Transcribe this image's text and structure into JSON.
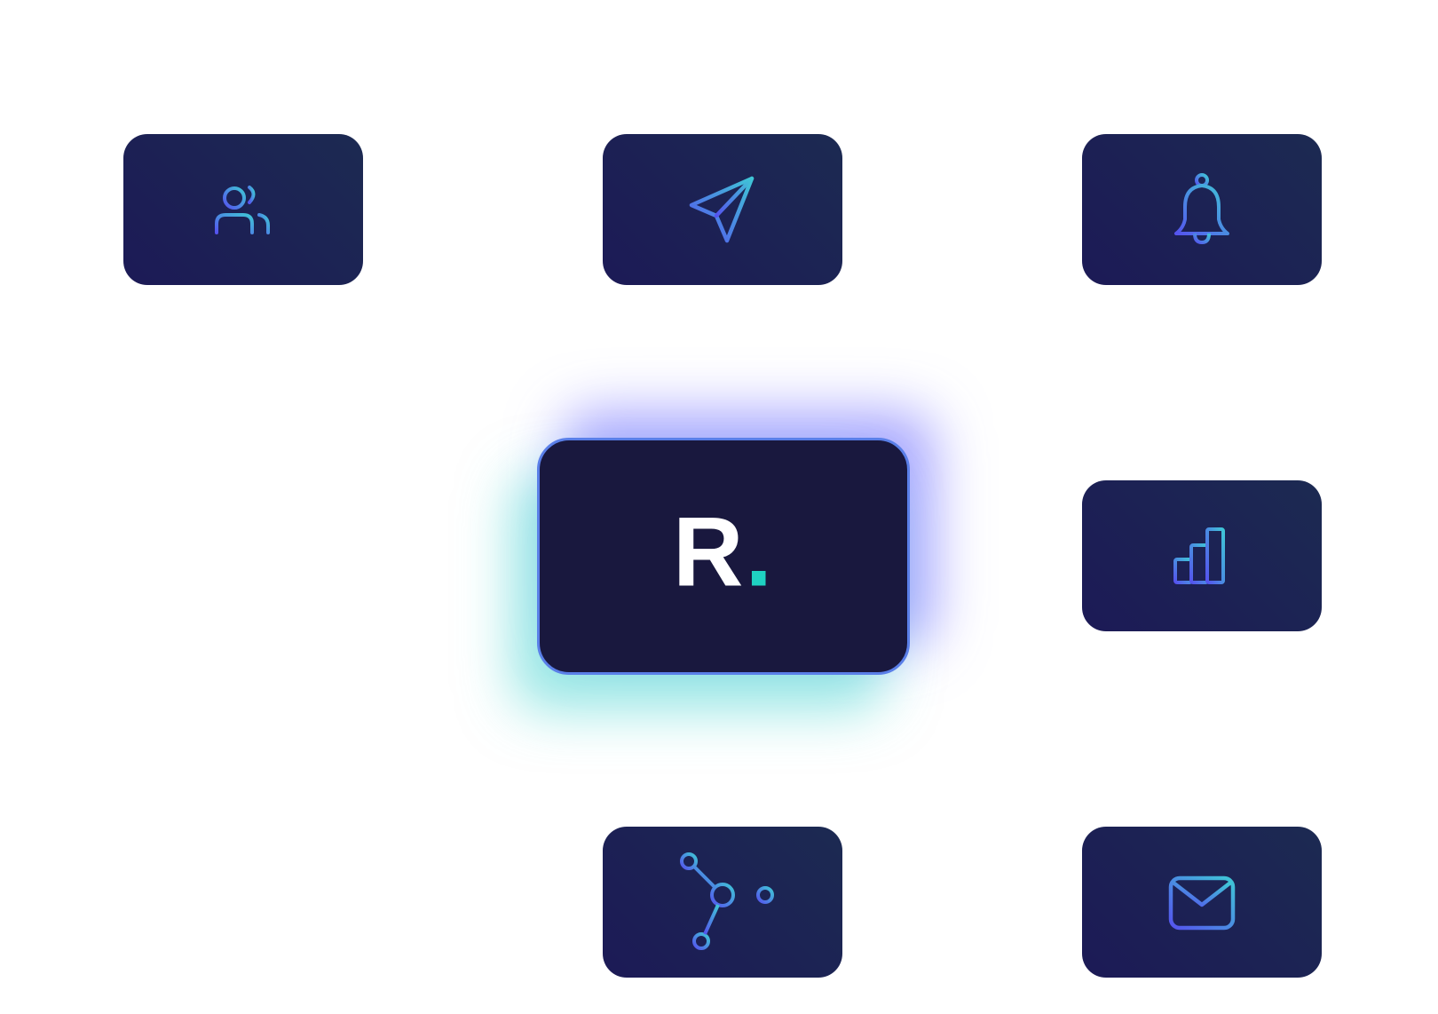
{
  "hub": {
    "letter": "R",
    "dot": "."
  },
  "colors": {
    "node_fill": "#1c1f55",
    "hub_fill": "#19183e",
    "teal": "#46d6d0",
    "blue": "#4a63f0",
    "logo_dot": "#1fd2c2"
  },
  "nodes": [
    {
      "id": "users",
      "icon": "users-icon"
    },
    {
      "id": "send",
      "icon": "send-icon"
    },
    {
      "id": "notifications",
      "icon": "bell-icon"
    },
    {
      "id": "analytics",
      "icon": "bar-chart-icon"
    },
    {
      "id": "integrations",
      "icon": "network-icon"
    },
    {
      "id": "email",
      "icon": "mail-icon"
    }
  ]
}
